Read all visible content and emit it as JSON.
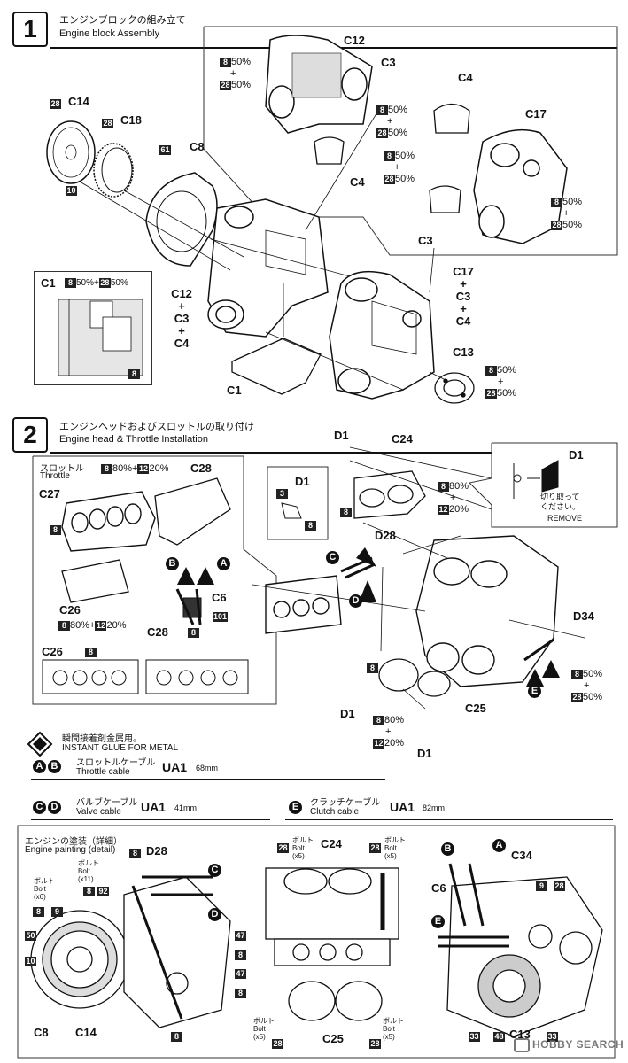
{
  "step1": {
    "number": "1",
    "title_jp": "エンジンブロックの組み立て",
    "title_en": "Engine block Assembly",
    "parts": {
      "c12": "C12",
      "c3_top": "C3",
      "c4_top": "C4",
      "c4_mid": "C4",
      "c17": "C17",
      "c3_right": "C3",
      "c14": "C14",
      "c18": "C18",
      "c8": "C8",
      "c1_box": "C1",
      "c1": "C1",
      "c13": "C13",
      "stack_left": [
        "C12",
        "+",
        "C3",
        "+",
        "C4"
      ],
      "stack_right": [
        "C17",
        "+",
        "C3",
        "+",
        "C4"
      ]
    },
    "colors": {
      "mix_8_28": [
        "8",
        "50%",
        "+",
        "28",
        "50%"
      ],
      "c14_color": "28",
      "c18_color": "28",
      "c18_under": "10",
      "c8_color": "61",
      "c1_mix": "8 50%+ 28 50%",
      "c1_color": "8"
    }
  },
  "step2": {
    "number": "2",
    "title_jp": "エンジンヘッドおよびスロットルの取り付け",
    "title_en": "Engine head & Throttle Installation",
    "throttle_jp": "スロットル",
    "throttle_en": "Throttle",
    "parts": {
      "c27": "C27",
      "c28_top": "C28",
      "c26": "C26",
      "c6": "C6",
      "c26_b": "C26",
      "c28_b": "C28",
      "d1_box": "D1",
      "d1_a": "D1",
      "c24": "C24",
      "d28": "D28",
      "d34": "D34",
      "d1_b": "D1",
      "c25": "C25",
      "d1_c": "D1",
      "d1_remove": "D1"
    },
    "mix_8_12": [
      "8",
      "80%",
      "+",
      "12",
      "20%"
    ],
    "remove_jp": "切り取って\nください。",
    "remove_en": "REMOVE",
    "colors": {
      "c27": "8",
      "c6": "101",
      "c28_b": "8",
      "c26_b": "8",
      "d1_box_a": "3",
      "d1_box_b": "8",
      "c24": "8",
      "c25": "8"
    }
  },
  "glue": {
    "jp": "瞬間接着剤金属用。",
    "en": "INSTANT GLUE FOR METAL"
  },
  "cables": {
    "ab": {
      "letters": [
        "A",
        "B"
      ],
      "jp": "スロットルケーブル",
      "en": "Throttle cable",
      "code": "UA1",
      "length": "68mm"
    },
    "cd": {
      "letters": [
        "C",
        "D"
      ],
      "jp": "バルブケーブル",
      "en": "Valve cable",
      "code": "UA1",
      "length": "41mm"
    },
    "e": {
      "letters": [
        "E"
      ],
      "jp": "クラッチケーブル",
      "en": "Clutch cable",
      "code": "UA1",
      "length": "82mm"
    }
  },
  "painting": {
    "title_jp": "エンジンの塗装（詳細）",
    "title_en": "Engine painting (detail)",
    "bolt_jp": "ボルト",
    "bolt_en": "Bolt",
    "left": {
      "d28": "D28",
      "c8": "C8",
      "c14": "C14",
      "x11": "(x11)",
      "x6": "(x6)",
      "codes": [
        "8",
        "8",
        "92",
        "8",
        "9",
        "50",
        "10",
        "47",
        "8",
        "47",
        "8",
        "8"
      ]
    },
    "mid": {
      "c24": "C24",
      "c25": "C25",
      "x5": "(x5)",
      "codes": [
        "28",
        "28",
        "28",
        "28"
      ]
    },
    "right": {
      "c6": "C6",
      "c34": "C34",
      "c13": "C13",
      "codes": [
        "9",
        "28",
        "33",
        "48",
        "33"
      ]
    }
  },
  "watermark": "HOBBY SEARCH"
}
